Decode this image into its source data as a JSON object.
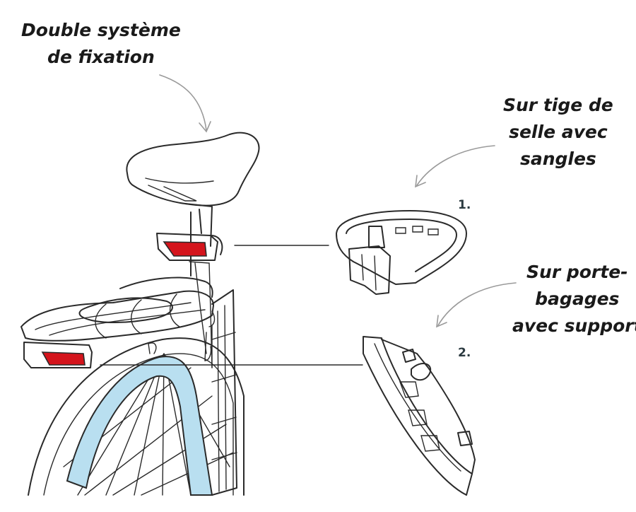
{
  "title": {
    "lines": [
      "Double système",
      "de fixation"
    ]
  },
  "options": [
    {
      "number": "1.",
      "lines": [
        "Sur tige de",
        "selle avec",
        "sangles"
      ]
    },
    {
      "number": "2.",
      "lines": [
        "Sur porte-",
        "bagages",
        "avec support"
      ]
    }
  ],
  "colors": {
    "line": "#2a2a2a",
    "arrow": "#9a9a9a",
    "reflector_red": "#d4141c",
    "fender_blue": "#b9dff0",
    "number": "#2b3a40"
  }
}
